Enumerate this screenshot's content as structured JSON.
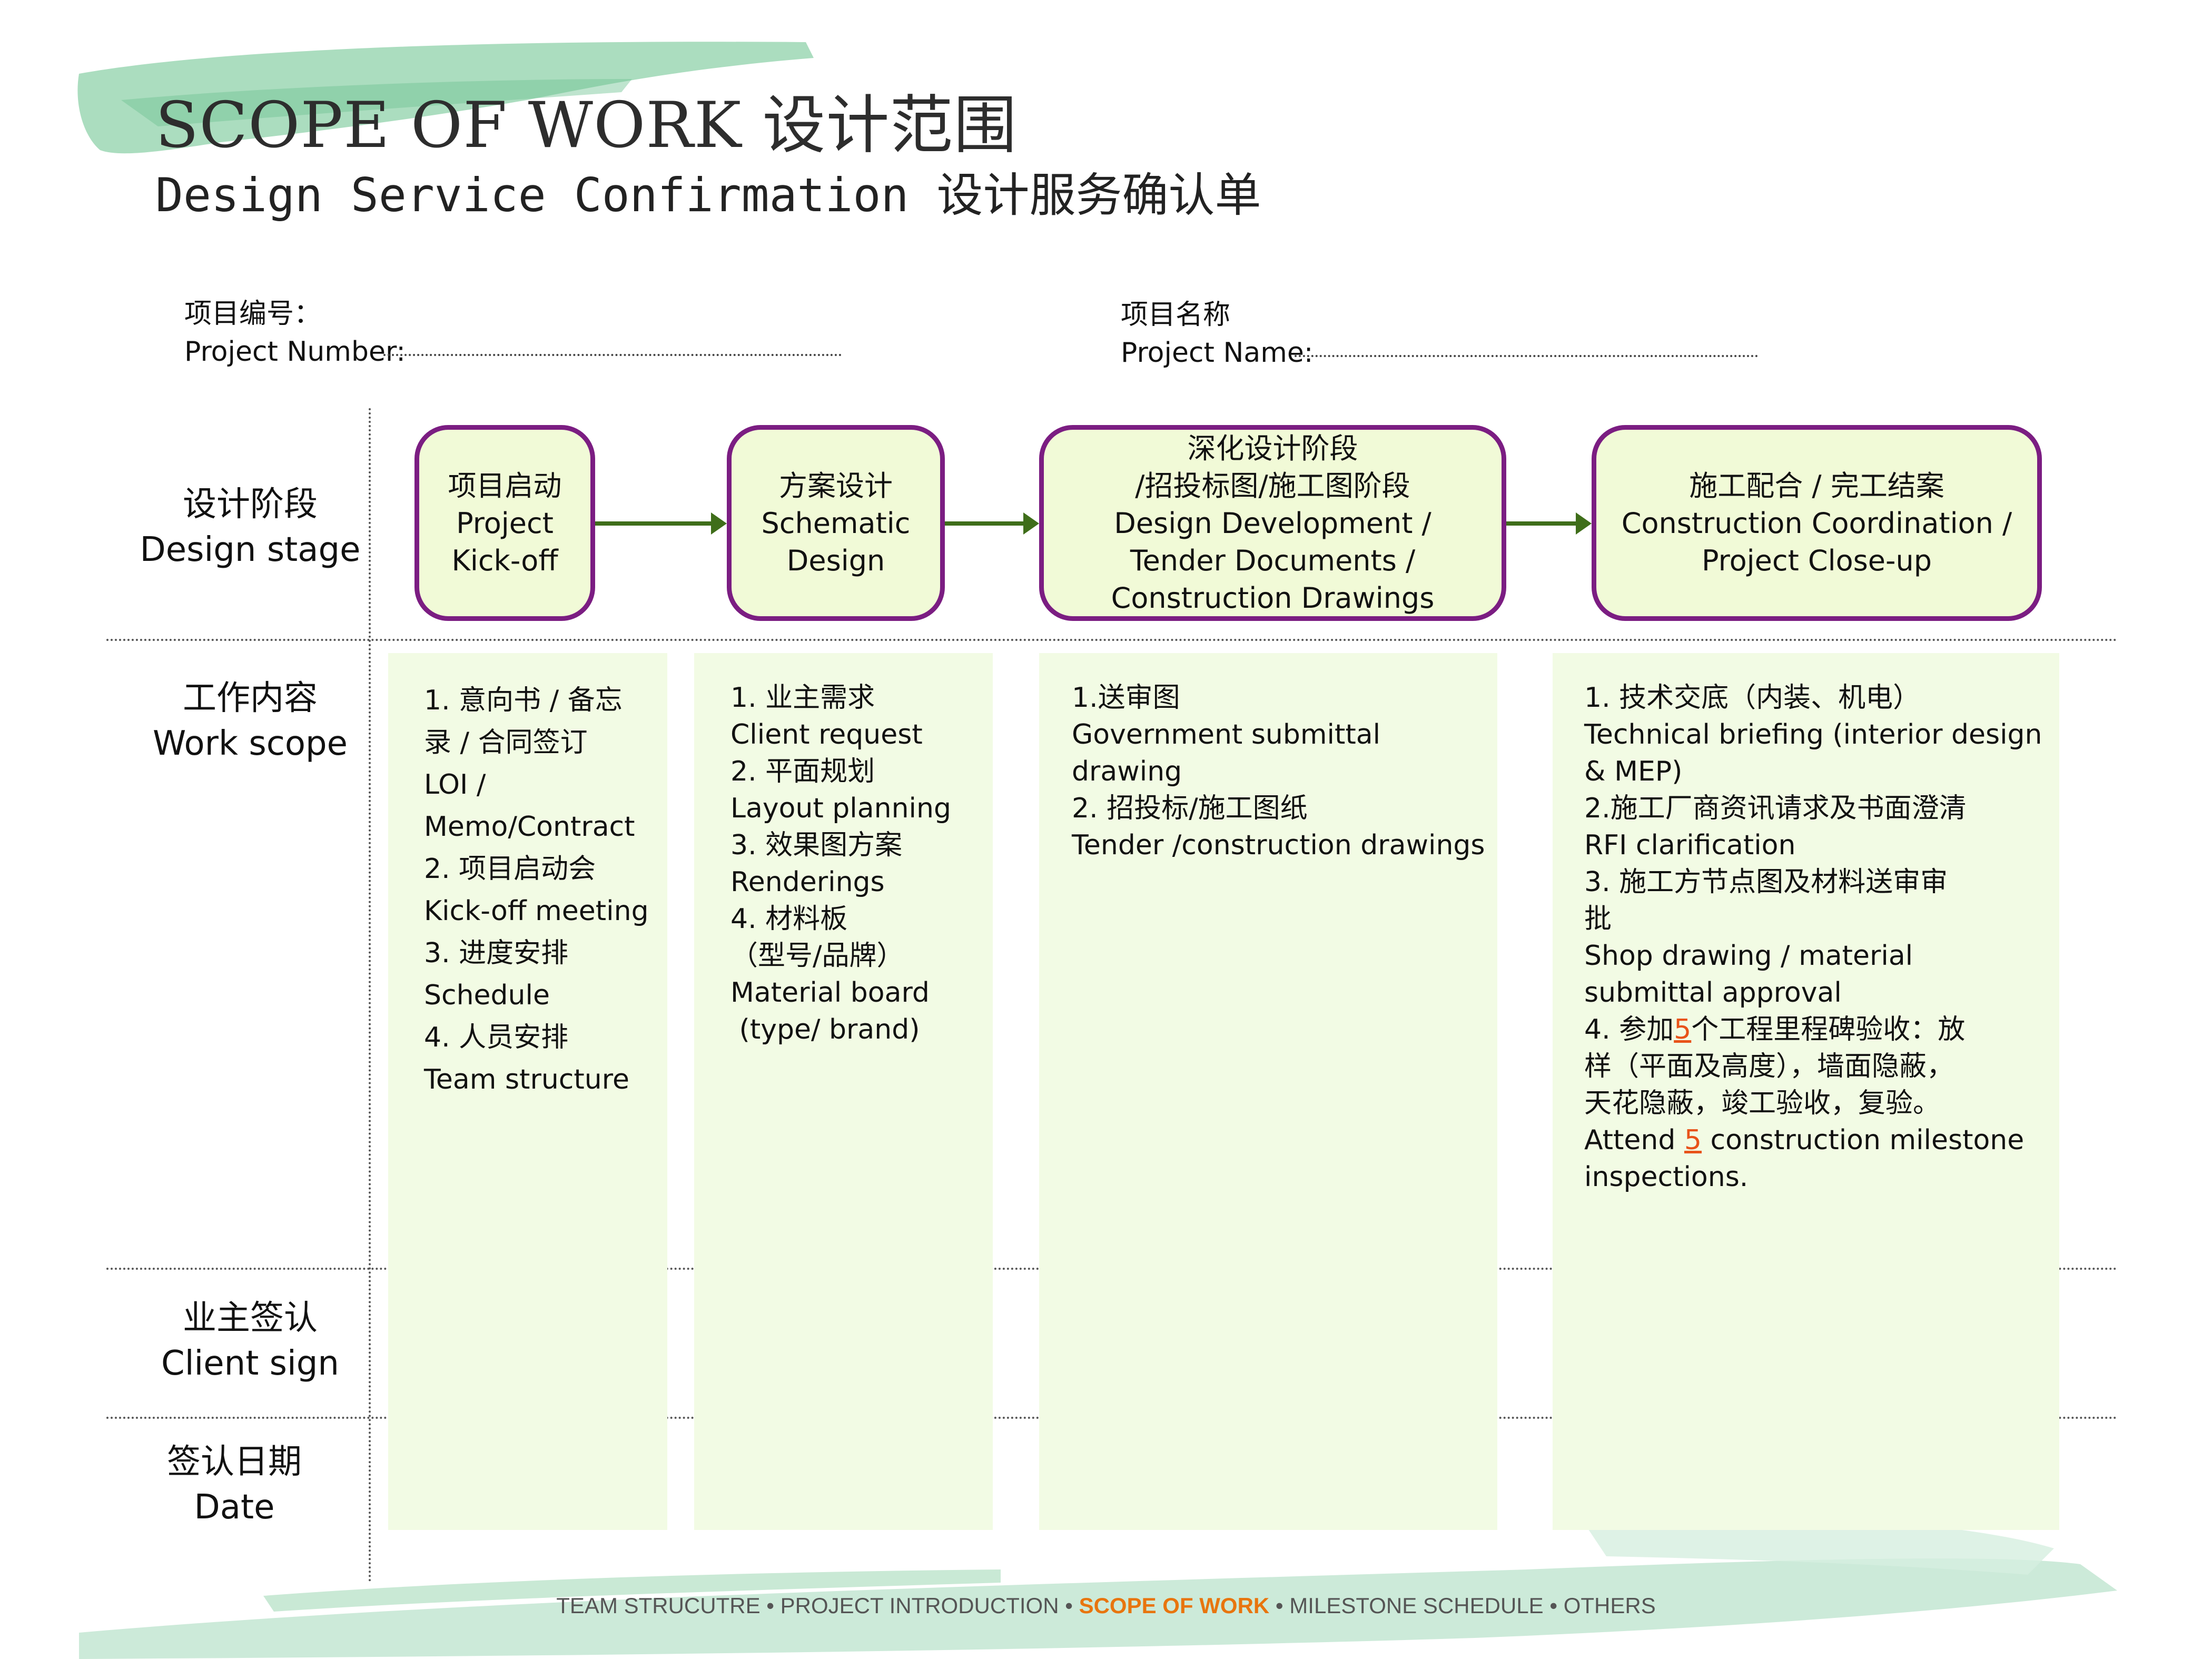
{
  "header": {
    "title": "SCOPE OF WORK 设计范围",
    "subtitle": "Design Service Confirmation 设计服务确认单"
  },
  "fields": {
    "project_number_cn": "项目编号：",
    "project_number_en": "Project Number:",
    "project_name_cn": "项目名称",
    "project_name_en": "Project Name:"
  },
  "row_labels": {
    "design_stage_cn": "设计阶段",
    "design_stage_en": "Design stage",
    "work_scope_cn": "工作内容",
    "work_scope_en": "Work scope",
    "client_sign_cn": "业主签认",
    "client_sign_en": "Client sign",
    "date_cn": "签认日期",
    "date_en": "Date"
  },
  "stages": [
    {
      "lines": [
        "项目启动",
        "Project",
        "Kick-off"
      ]
    },
    {
      "lines": [
        "方案设计",
        "Schematic",
        "Design"
      ]
    },
    {
      "lines": [
        "深化设计阶段",
        "/招投标图/施工图阶段",
        "Design Development /",
        "Tender Documents /",
        "Construction Drawings"
      ]
    },
    {
      "lines": [
        "施工配合 / 完工结案",
        "Construction Coordination /",
        "Project Close-up"
      ]
    }
  ],
  "work_scope": {
    "col1": [
      "1. 意向书 / 备忘",
      "录 / 合同签订",
      "LOI /",
      "Memo/Contract",
      "2. 项目启动会",
      "Kick-off meeting",
      "3. 进度安排",
      "Schedule",
      "4. 人员安排",
      "Team structure"
    ],
    "col2": [
      "1. 业主需求",
      "Client request",
      "2. 平面规划",
      "Layout planning",
      "3. 效果图方案",
      "Renderings",
      "4. 材料板",
      "（型号/品牌）",
      "Material board",
      " (type/ brand)"
    ],
    "col3": [
      "1.送审图",
      "Government submittal",
      "drawing",
      "2. 招投标/施工图纸",
      "Tender /construction drawings"
    ],
    "col4": {
      "lines_a": [
        "1. 技术交底（内装、机电）",
        "Technical briefing (interior design",
        "& MEP)",
        "2.施工厂商资讯请求及书面澄清",
        "RFI clarification",
        "3. 施工方节点图及材料送审审",
        "批",
        "Shop drawing / material",
        "submittal approval"
      ],
      "l4_pre": "4. 参加",
      "l4_num": "5",
      "l4_post": "个工程里程碑验收：放",
      "lines_b": [
        "样（平面及高度），墙面隐蔽，",
        "天花隐蔽，竣工验收，复验。"
      ],
      "attend_pre": "Attend ",
      "attend_num": "5",
      "attend_post": " construction milestone",
      "last": "inspections."
    }
  },
  "footer": {
    "pre": "TEAM STRUCUTRE • PROJECT INTRODUCTION • ",
    "active": "SCOPE OF WORK",
    "post": " • MILESTONE SCHEDULE • OTHERS"
  },
  "colors": {
    "stage_border": "#7b1d82",
    "stage_fill": "#f1fad7",
    "column_fill": "#f2fbe4",
    "arrow": "#3f6e1a",
    "accent": "#e8531a",
    "footer_active": "#e8750e",
    "brush": "#8fd1a9"
  }
}
